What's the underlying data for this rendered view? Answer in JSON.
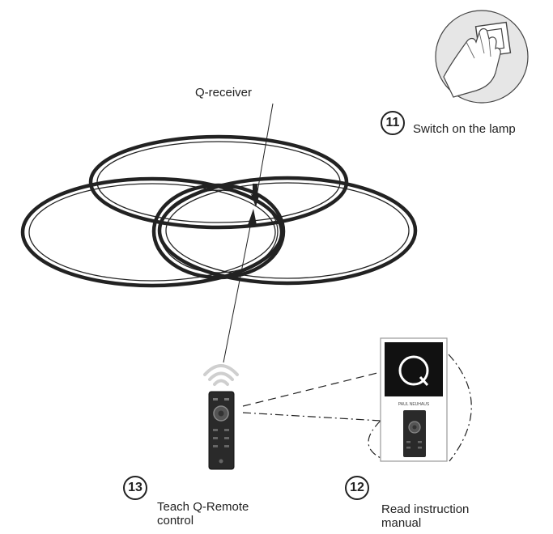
{
  "labels": {
    "receiver": "Q-receiver",
    "switch_on": "Switch on the lamp",
    "teach_line1": "Teach Q-Remote",
    "teach_line2": "control",
    "read_line1": "Read instruction",
    "read_line2": "manual",
    "manual_brand": "Q",
    "manual_small_text": "PAUL NEUHAUS"
  },
  "steps": {
    "switch": "11",
    "manual": "12",
    "teach": "13"
  },
  "icons": {
    "wall_switch": "hand-pressing-switch-icon",
    "remote": "remote-control-icon",
    "signal": "wifi-signal-icon",
    "manual": "instruction-manual-icon"
  },
  "colors": {
    "line": "#222222",
    "remote_body": "#2a2a2a",
    "manual_dark": "#111111",
    "signal": "#cfcfcf",
    "switch_bg": "#e6e6e6"
  }
}
